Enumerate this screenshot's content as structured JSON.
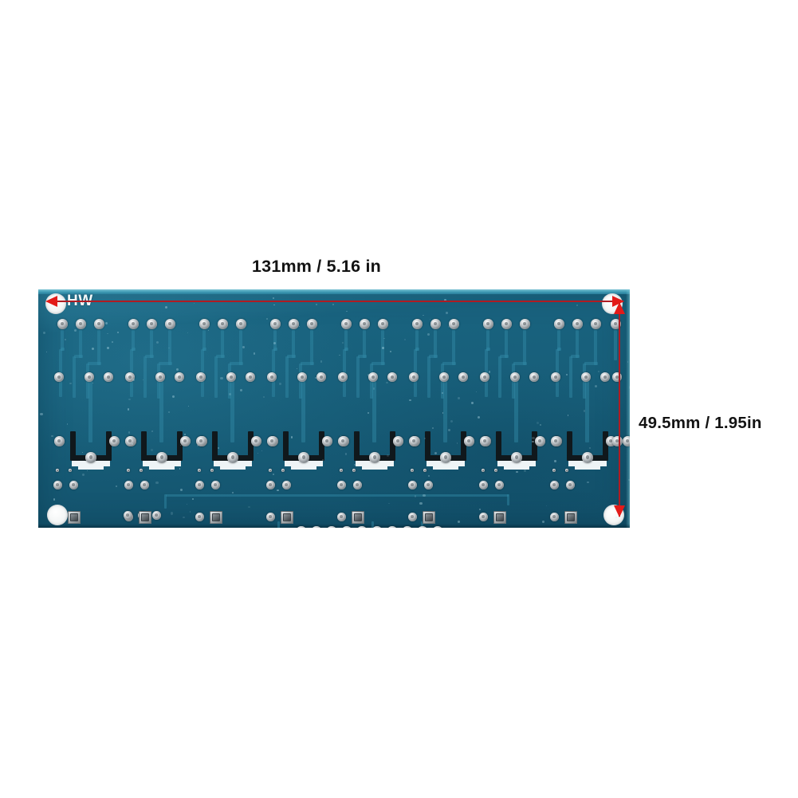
{
  "figure": {
    "subject": "8-channel relay module PCB — bottom (solder) side",
    "background_color": "#ffffff"
  },
  "dimensions": {
    "width_label": "131mm / 5.16 in",
    "height_label": "49.5mm / 1.95in",
    "annotation_color": "#e31b19",
    "line_color": "#b01b22"
  },
  "board": {
    "silkscreen_text": "HW",
    "pcb_color": "#17627e",
    "pad_color": "#b5babd",
    "relay_channels": 8,
    "mounting_holes": 4,
    "header_pins_bottom": 10
  }
}
